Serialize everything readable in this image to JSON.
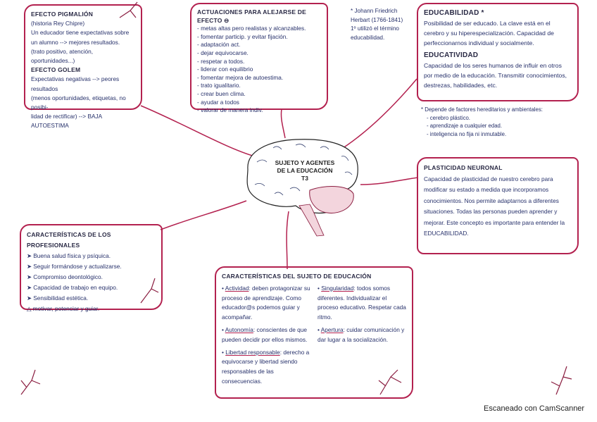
{
  "center": {
    "title_line1": "SUJETO Y AGENTES",
    "title_line2": "DE LA EDUCACIÓN",
    "title_line3": "T3"
  },
  "pigmalion": {
    "title1": "EFECTO PIGMALIÓN",
    "lines1": [
      "(historia Rey Chipre)",
      "Un educador tiene expectativas sobre",
      "un alumno --> mejores resultados.",
      "(trato positivo, atención, oportunidades...)"
    ],
    "title2": "EFECTO GOLEM",
    "lines2": [
      "Expectativas negativas --> peores resultados",
      "(menos oportunidades, etiquetas, no posibi-",
      "lidad de rectificar) --> BAJA AUTOESTIMA"
    ]
  },
  "actuaciones": {
    "title": "ACTUACIONES PARA ALEJARSE DE EFECTO ⊖",
    "items": [
      "- metas altas pero realistas y alcanzables.",
      "- fomentar particip. y evitar fijación.",
      "- adaptación act.",
      "- dejar equivocarse.",
      "- respetar a todos.",
      "- liderar con equilibrio",
      "- fomentar mejora de autoestima.",
      "- trato igualitario.",
      "- crear buen clima.",
      "- ayudar a todos",
      "- valorar de manera indiv."
    ]
  },
  "herbart": {
    "lines": [
      "* Johann Friedrich",
      "Herbart (1766-1841)",
      "1º utilizó el término",
      "educabilidad."
    ]
  },
  "educabilidad": {
    "title1": "EDUCABILIDAD *",
    "text1": "Posibilidad de ser educado. La clave está en el cerebro y su hiperespecialización. Capacidad de perfeccionarnos individual y socialmente.",
    "title2": "EDUCATIVIDAD",
    "text2": "Capacidad de los seres humanos de influir en otros por medio de la educación. Transmitir conocimientos, destrezas, habilidades, etc."
  },
  "factores": {
    "lines": [
      "* Depende de factores hereditarios y ambientales:",
      "- cerebro plástico.",
      "- aprendizaje a cualquier edad.",
      "- inteligencia no fija ni inmutable."
    ]
  },
  "plasticidad": {
    "title": "PLASTICIDAD NEURONAL",
    "text": "Capacidad de plasticidad de nuestro cerebro para modificar su estado a medida que incorporamos conocimientos. Nos permite adaptarnos a diferentes situaciones. Todas las personas pueden aprender y mejorar. Este concepto es importante para entender la EDUCABILIDAD."
  },
  "profesionales": {
    "title": "CARACTERÍSTICAS DE LOS PROFESIONALES",
    "items": [
      "➤ Buena salud física y psíquica.",
      "➤ Seguir formándose y actualizarse.",
      "➤ Compromiso deontológico.",
      "➤ Capacidad de trabajo en equipo.",
      "➤ Sensibilidad estética.",
      "△ motivar, potenciar y guiar."
    ]
  },
  "sujeto": {
    "title": "CARACTERÍSTICAS DEL SUJETO DE EDUCACIÓN",
    "left": [
      {
        "term": "Actividad",
        "text": ": deben protagonizar su proceso de aprendizaje. Como educador@s podemos guiar y acompañar."
      },
      {
        "term": "Autonomía",
        "text": ": conscientes de que pueden decidir por ellos mismos."
      },
      {
        "term": "Libertad responsable",
        "text": ": derecho a equivocarse y libertad siendo responsables de las consecuencias."
      }
    ],
    "right": [
      {
        "term": "Singularidad",
        "text": ": todos somos diferentes. Individualizar el proceso educativo. Respetar cada ritmo."
      },
      {
        "term": "Apertura",
        "text": ": cuidar comunicación y dar lugar a la socialización."
      }
    ]
  },
  "footer": "Escaneado con CamScanner",
  "colors": {
    "border": "#b3214f",
    "text": "#27316b"
  }
}
